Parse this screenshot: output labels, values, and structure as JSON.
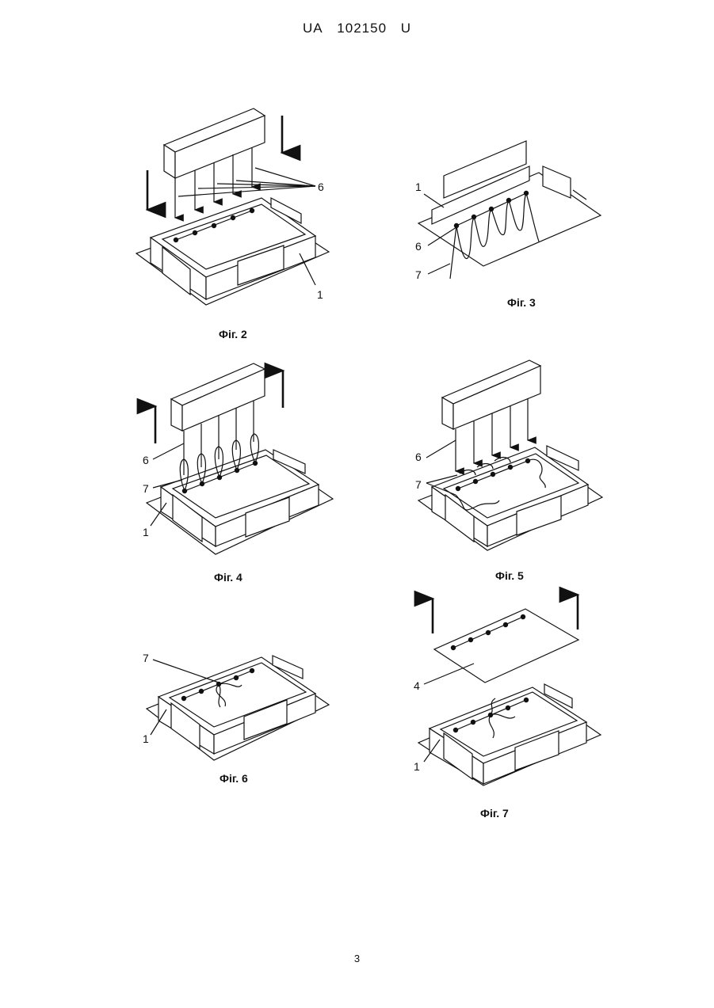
{
  "header": {
    "country": "UA",
    "number": "102150",
    "kind": "U"
  },
  "page_number": "3",
  "figures": [
    {
      "caption": "Фіг. 2",
      "labels": [
        "6",
        "1"
      ]
    },
    {
      "caption": "Фіг. 3",
      "labels": [
        "1",
        "6",
        "7"
      ]
    },
    {
      "caption": "Фіг. 4",
      "labels": [
        "6",
        "7",
        "1"
      ]
    },
    {
      "caption": "Фіг. 5",
      "labels": [
        "6",
        "7"
      ]
    },
    {
      "caption": "Фіг. 6",
      "labels": [
        "7",
        "1"
      ]
    },
    {
      "caption": "Фіг. 7",
      "labels": [
        "4",
        "1"
      ]
    }
  ]
}
